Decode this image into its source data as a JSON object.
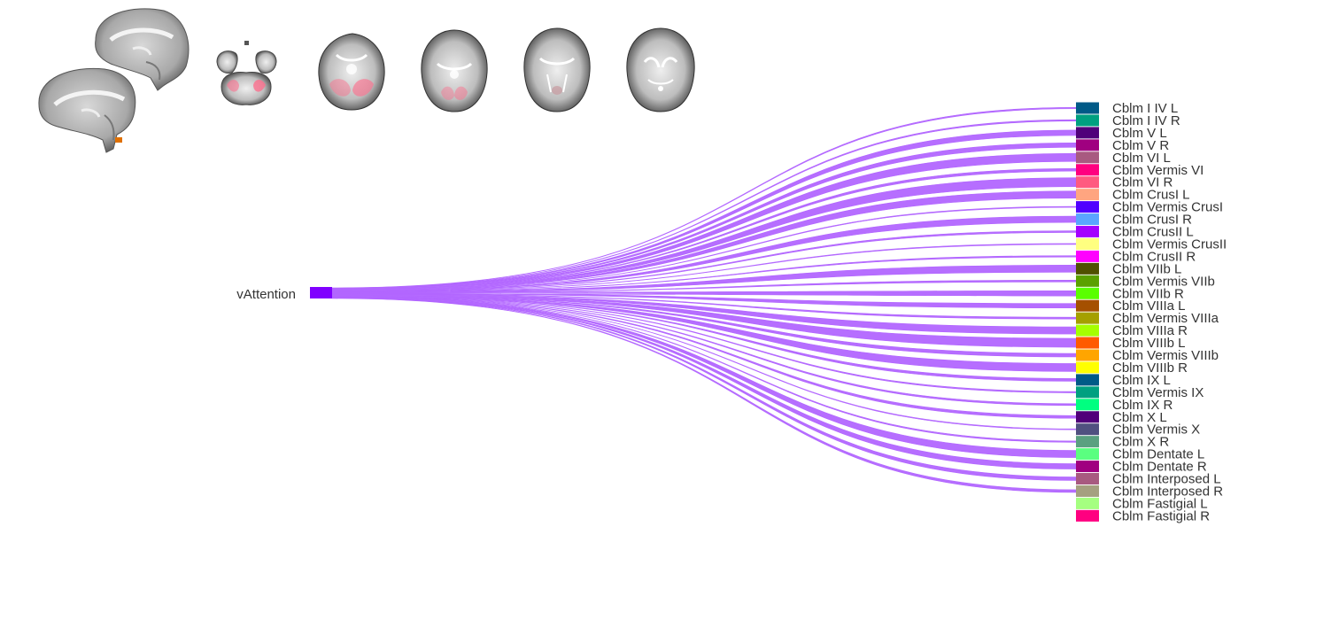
{
  "diagram": {
    "type": "sankey-fan-out",
    "flow_color": "#b266ff",
    "source": {
      "label": "vAttention",
      "color": "#8000ff"
    },
    "targets": [
      {
        "label": "Cblm I IV L",
        "color": "#005a87",
        "weight": 1.5
      },
      {
        "label": "Cblm I IV R",
        "color": "#00a080",
        "weight": 1.5
      },
      {
        "label": "Cblm V L",
        "color": "#50007a",
        "weight": 6
      },
      {
        "label": "Cblm V R",
        "color": "#a00080",
        "weight": 5
      },
      {
        "label": "Cblm VI L",
        "color": "#a85a80",
        "weight": 9
      },
      {
        "label": "Cblm Vermis VI",
        "color": "#ff0080",
        "weight": 3
      },
      {
        "label": "Cblm VI R",
        "color": "#ff5a80",
        "weight": 10
      },
      {
        "label": "Cblm CrusI L",
        "color": "#ffa580",
        "weight": 8
      },
      {
        "label": "Cblm Vermis CrusI",
        "color": "#5000ff",
        "weight": 1
      },
      {
        "label": "Cblm CrusI R",
        "color": "#5aa5ff",
        "weight": 7
      },
      {
        "label": "Cblm CrusII L",
        "color": "#a500ff",
        "weight": 2
      },
      {
        "label": "Cblm Vermis CrusII",
        "color": "#ffff80",
        "weight": 1
      },
      {
        "label": "Cblm CrusII R",
        "color": "#ff00ff",
        "weight": 1.5
      },
      {
        "label": "Cblm VIIb L",
        "color": "#505000",
        "weight": 8
      },
      {
        "label": "Cblm Vermis VIIb",
        "color": "#5aa000",
        "weight": 2
      },
      {
        "label": "Cblm VIIb R",
        "color": "#5aff00",
        "weight": 6
      },
      {
        "label": "Cblm VIIIa L",
        "color": "#a55000",
        "weight": 5
      },
      {
        "label": "Cblm Vermis VIIIa",
        "color": "#a5a000",
        "weight": 2
      },
      {
        "label": "Cblm VIIIa R",
        "color": "#a5ff00",
        "weight": 8
      },
      {
        "label": "Cblm VIIIb L",
        "color": "#ff5a00",
        "weight": 10
      },
      {
        "label": "Cblm Vermis VIIIb",
        "color": "#ffa500",
        "weight": 4
      },
      {
        "label": "Cblm VIIIb R",
        "color": "#ffff00",
        "weight": 9
      },
      {
        "label": "Cblm IX L",
        "color": "#005a87",
        "weight": 3
      },
      {
        "label": "Cblm Vermis IX",
        "color": "#00a080",
        "weight": 1.5
      },
      {
        "label": "Cblm IX R",
        "color": "#00ff80",
        "weight": 2
      },
      {
        "label": "Cblm X L",
        "color": "#50007a",
        "weight": 3
      },
      {
        "label": "Cblm Vermis X",
        "color": "#505080",
        "weight": 1
      },
      {
        "label": "Cblm X R",
        "color": "#5aa080",
        "weight": 1.5
      },
      {
        "label": "Cblm Dentate L",
        "color": "#5aff80",
        "weight": 8
      },
      {
        "label": "Cblm Dentate R",
        "color": "#a00080",
        "weight": 6
      },
      {
        "label": "Cblm Interposed L",
        "color": "#a85a80",
        "weight": 4
      },
      {
        "label": "Cblm Interposed R",
        "color": "#a5a080",
        "weight": 3
      },
      {
        "label": "Cblm Fastigial L",
        "color": "#a5ff80",
        "weight": 0
      },
      {
        "label": "Cblm Fastigial R",
        "color": "#ff0080",
        "weight": 0
      }
    ]
  },
  "thumbnails": {
    "sagittal_count": 2,
    "axial_count": 5,
    "highlight_color": "#ff6a8a",
    "marker_color": "#e07000"
  }
}
